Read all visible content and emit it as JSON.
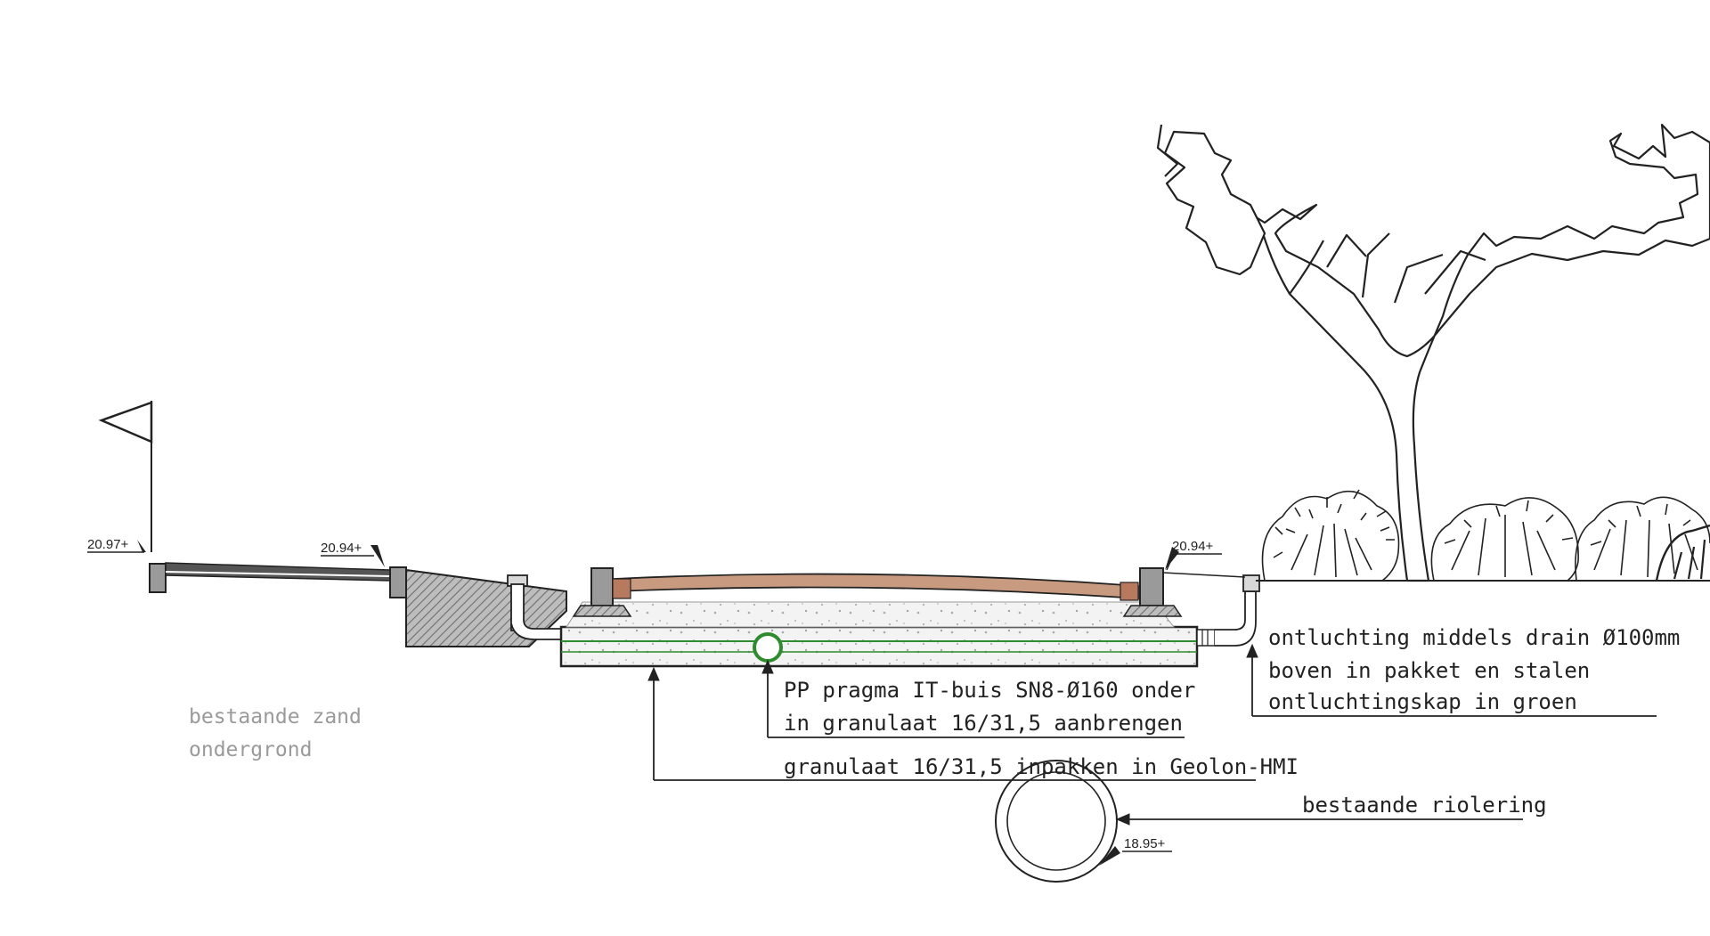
{
  "levels": {
    "left": "20.97+",
    "mid": "20.94+",
    "right": "20.94+",
    "sewer": "18.95+"
  },
  "labels": {
    "subsoil_line1": "bestaande zand",
    "subsoil_line2": "ondergrond",
    "pipe_line1": "PP pragma IT-buis SN8-Ø160 onder",
    "pipe_line2": "in granulaat 16/31,5 aanbrengen",
    "granulate": "granulaat 16/31,5 inpakken in Geolon-HMI",
    "vent_line1": "ontluchting middels drain Ø100mm",
    "vent_line2": "boven in pakket en stalen",
    "vent_line3": "ontluchtingskap in groen",
    "sewer": "bestaande riolering"
  },
  "icons": {
    "level_marker": "level-marker-icon",
    "flag": "flag-icon",
    "tree": "tree-icon",
    "shrub": "shrub-icon"
  },
  "colors": {
    "line": "#222222",
    "pavement_top": "#c89a80",
    "drain_pipe": "#2e8b2e",
    "subsoil_text": "#9a9a9a"
  }
}
